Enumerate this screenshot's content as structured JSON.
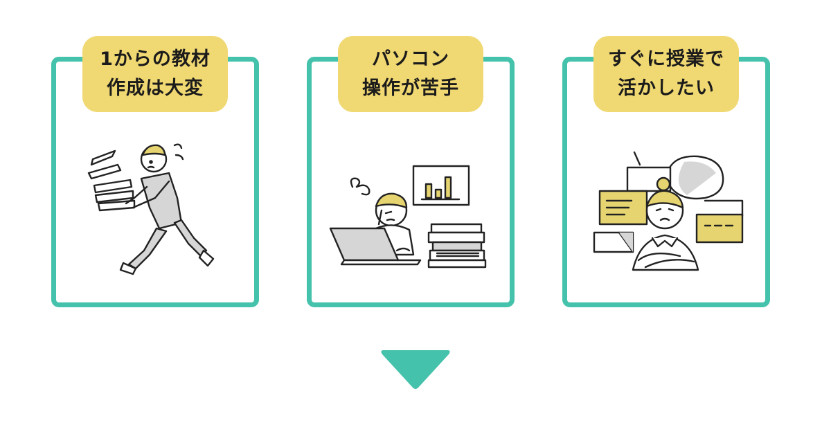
{
  "cards": [
    {
      "line1": "1からの教材",
      "line2": "作成は大変",
      "illustration": "person-carrying-papers-icon"
    },
    {
      "line1": "パソコン",
      "line2": "操作が苦手",
      "illustration": "confused-at-laptop-icon"
    },
    {
      "line1": "すぐに授業で",
      "line2": "活かしたい",
      "illustration": "thinking-with-speech-bubbles-icon"
    }
  ],
  "colors": {
    "border": "#45c2ab",
    "label_bg": "#f0d872",
    "accent": "#e6d470",
    "arrow": "#45c2ab",
    "line": "#222222",
    "gray": "#d6d6d6"
  },
  "arrow_icon": "down-triangle-icon"
}
